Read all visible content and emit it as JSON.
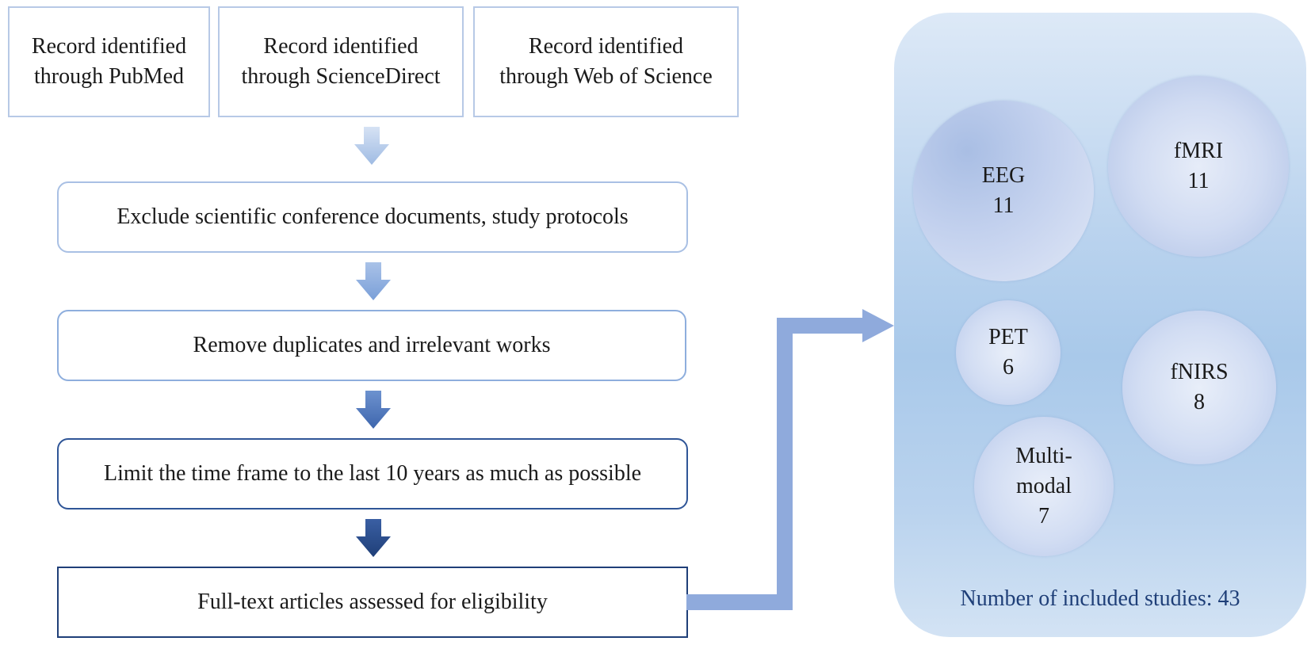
{
  "sources": [
    {
      "label": "Record identified\nthrough PubMed"
    },
    {
      "label": "Record identified\nthrough ScienceDirect"
    },
    {
      "label": "Record identified\nthrough Web of Science"
    }
  ],
  "steps": [
    {
      "label": "Exclude scientific conference documents, study protocols"
    },
    {
      "label": "Remove duplicates and irrelevant works"
    },
    {
      "label": "Limit the time frame to the last 10 years as much as possible"
    },
    {
      "label": "Full-text articles assessed for eligibility"
    }
  ],
  "modalities": [
    {
      "name": "EEG",
      "count": "11"
    },
    {
      "name": "fMRI",
      "count": "11"
    },
    {
      "name": "PET",
      "count": "6"
    },
    {
      "name": "fNIRS",
      "count": "8"
    },
    {
      "name": "Multi-\nmodal",
      "count": "7"
    }
  ],
  "summary": {
    "total_label": "Number of included studies: 43"
  },
  "colors": {
    "step1_border": "#a9c0e4",
    "step2_border": "#8eaedd",
    "step3_border": "#2f5597",
    "step4_border": "#1f3f78",
    "connector": "#8faadc",
    "panel": "#bad3ee"
  }
}
